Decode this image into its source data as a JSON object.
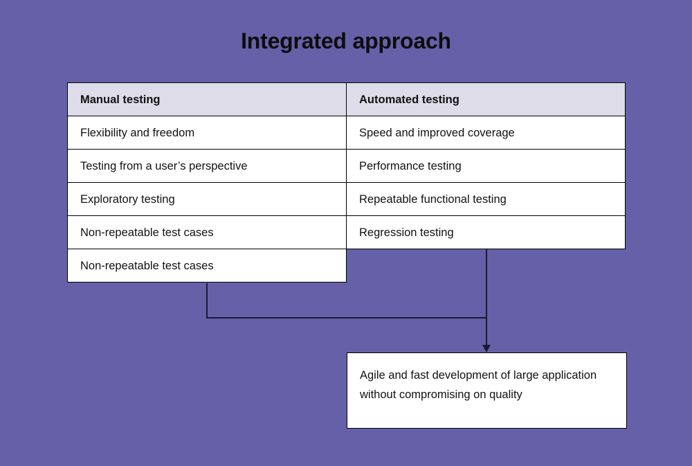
{
  "page": {
    "title": "Integrated approach",
    "background_color": "#6560a8",
    "text_color": "#111111"
  },
  "table": {
    "header_background_color": "#dedce9",
    "border_color": "#000000",
    "headers": [
      "Manual testing",
      "Automated testing"
    ],
    "rows": [
      [
        "Flexibility and freedom",
        "Speed and improved coverage"
      ],
      [
        "Testing from a user’s perspective",
        "Performance testing"
      ],
      [
        "Exploratory testing",
        "Repeatable functional testing"
      ],
      [
        "Non-repeatable test cases",
        "Regression testing"
      ],
      [
        "Non-repeatable test cases",
        ""
      ]
    ]
  },
  "flow": {
    "connector_color": "#1a1a2e",
    "outcome": "Agile and fast development of large application without compromising on quality"
  }
}
